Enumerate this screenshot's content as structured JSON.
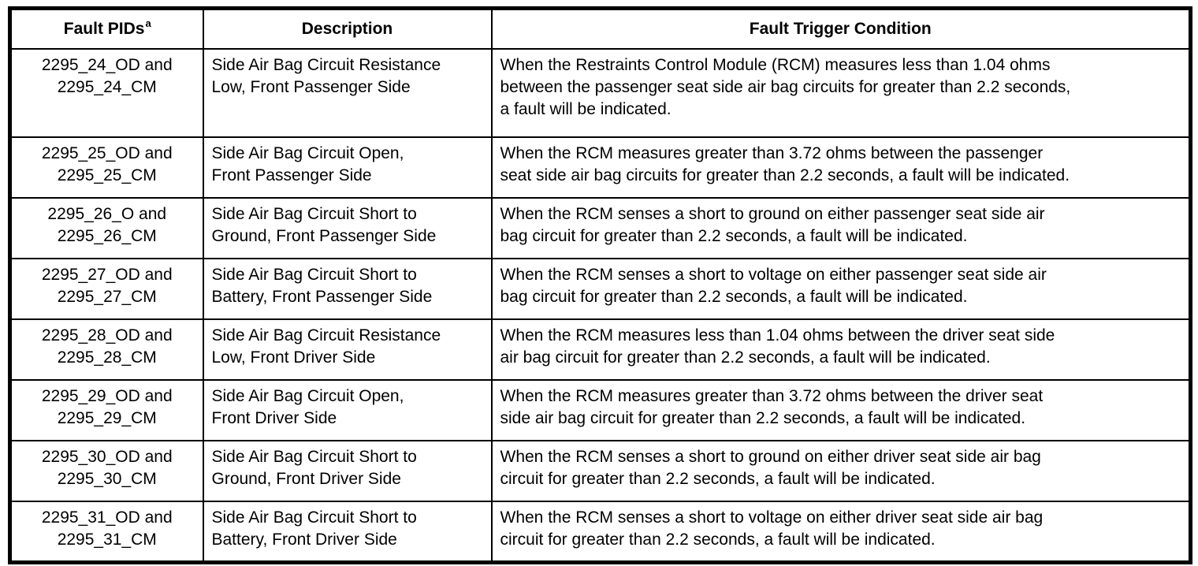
{
  "table": {
    "columns": [
      {
        "label": "Fault PIDs",
        "superscript": "a"
      },
      {
        "label": "Description"
      },
      {
        "label": "Fault Trigger Condition"
      }
    ],
    "rows": [
      {
        "pids": "2295_24_OD and\n2295_24_CM",
        "description": "Side Air Bag Circuit Resistance\nLow, Front Passenger Side",
        "condition": "When the Restraints Control Module (RCM) measures less than 1.04 ohms\nbetween the passenger seat side air bag circuits for greater than 2.2 seconds,\na fault will be indicated."
      },
      {
        "pids": "2295_25_OD and\n2295_25_CM",
        "description": "Side Air Bag Circuit Open,\nFront Passenger Side",
        "condition": "When the RCM measures greater than 3.72 ohms between the passenger\nseat side air bag circuits for greater than 2.2 seconds, a fault will be indicated."
      },
      {
        "pids": "2295_26_O and\n2295_26_CM",
        "description": "Side Air Bag Circuit Short to\nGround, Front Passenger Side",
        "condition": "When the RCM senses a short to ground on either passenger seat side air\nbag circuit for greater than 2.2 seconds, a fault will be indicated."
      },
      {
        "pids": "2295_27_OD and\n2295_27_CM",
        "description": "Side Air Bag Circuit Short to\nBattery, Front Passenger Side",
        "condition": "When the RCM senses a short to voltage on either passenger seat side air\nbag circuit for greater than 2.2 seconds, a fault will be indicated."
      },
      {
        "pids": "2295_28_OD and\n2295_28_CM",
        "description": "Side Air Bag Circuit Resistance\nLow, Front Driver Side",
        "condition": "When the RCM measures less than 1.04 ohms between the driver seat side\nair bag circuit for greater than 2.2 seconds, a fault will be indicated."
      },
      {
        "pids": "2295_29_OD and\n2295_29_CM",
        "description": "Side Air Bag Circuit Open,\nFront Driver Side",
        "condition": "When the RCM measures greater than 3.72 ohms between the driver seat\nside air bag circuit for greater than 2.2 seconds, a fault will be indicated."
      },
      {
        "pids": "2295_30_OD and\n2295_30_CM",
        "description": "Side Air Bag Circuit Short to\nGround, Front Driver Side",
        "condition": "When the RCM senses a short to ground on either driver seat side air bag\ncircuit for greater than 2.2 seconds, a fault will be indicated."
      },
      {
        "pids": "2295_31_OD and\n2295_31_CM",
        "description": "Side Air Bag Circuit Short to\nBattery, Front Driver Side",
        "condition": "When the RCM senses a short to voltage on either driver seat side air bag\ncircuit for greater than 2.2 seconds, a fault will be indicated."
      }
    ]
  },
  "colors": {
    "border": "#000000",
    "text": "#000000",
    "background": "#ffffff"
  }
}
